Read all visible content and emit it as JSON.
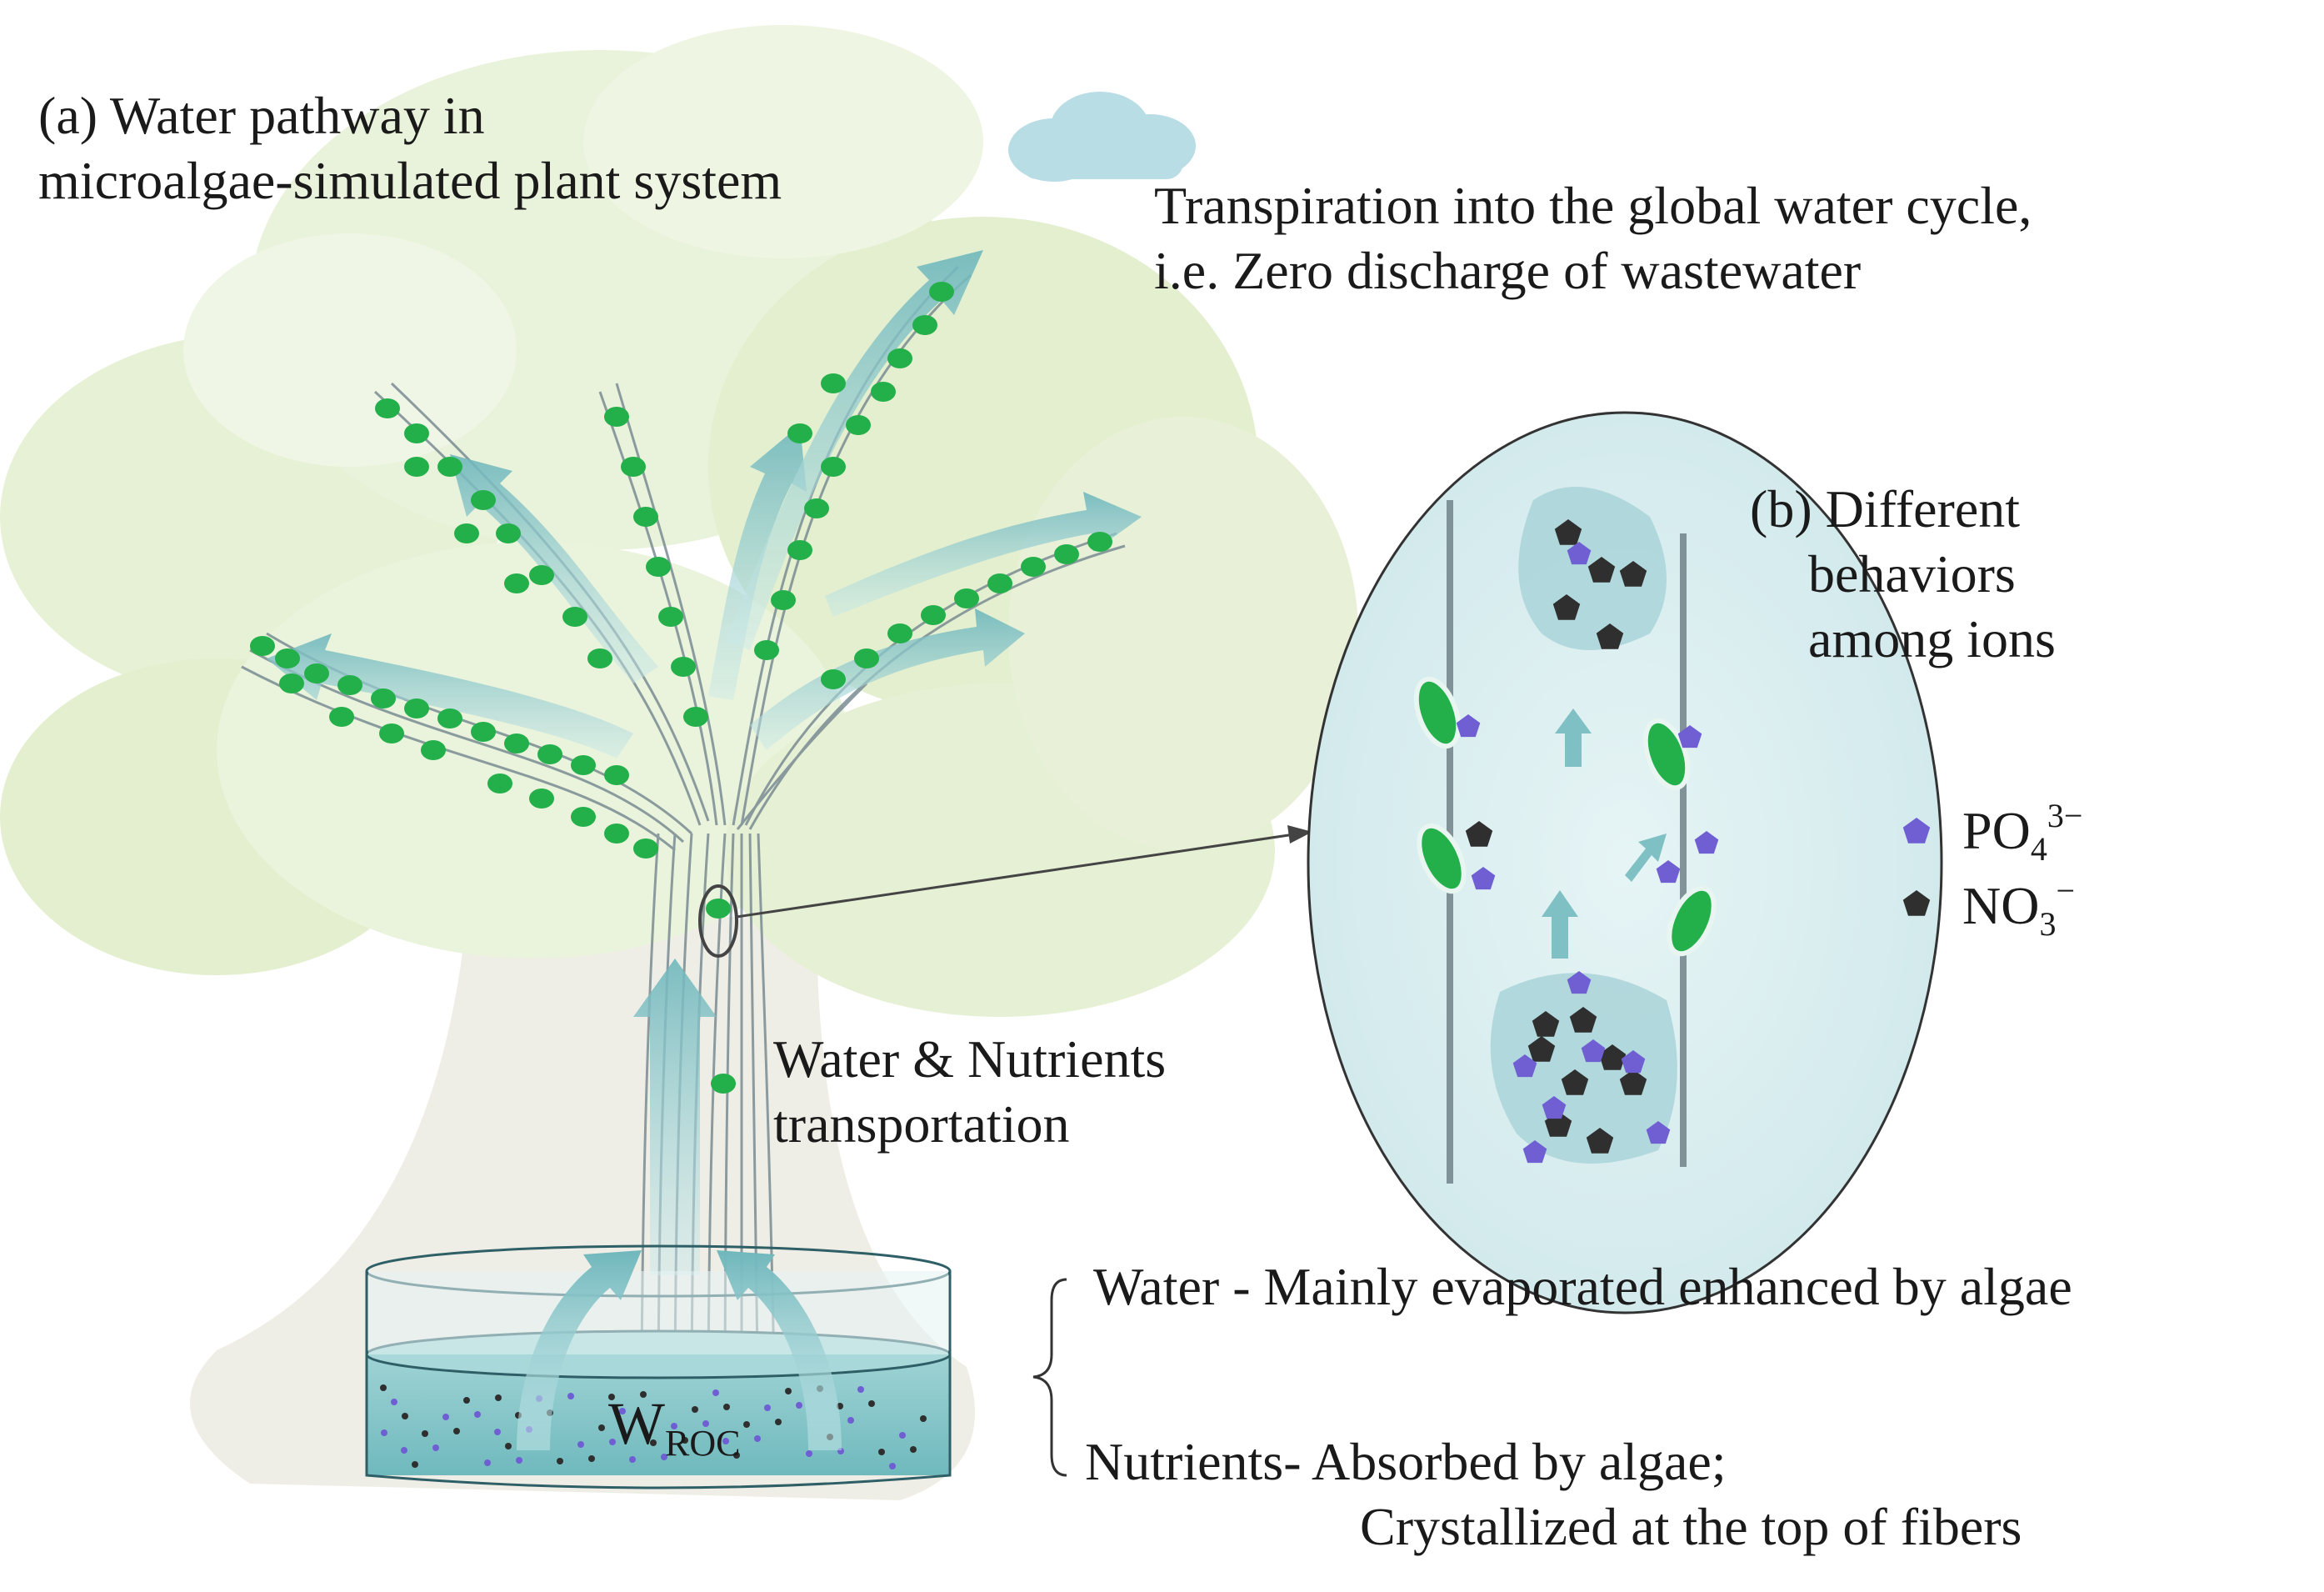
{
  "labels": {
    "panel_a_line1": "(a)  Water pathway in",
    "panel_a_line2": "microalgae-simulated  plant  system",
    "transpiration_line1": "Transpiration  into  the  global  water  cycle,",
    "transpiration_line2": "i.e. Zero  discharge  of  wastewater",
    "panel_b_line1": "(b) Different",
    "panel_b_line2": "behaviors",
    "panel_b_line3": "among ions",
    "transport_line1": "Water & Nutrients",
    "transport_line2": "transportation",
    "water_note": "Water  - Mainly  evaporated  enhanced  by  algae",
    "nutrients_note_line1": "Nutrients-  Absorbed  by  algae;",
    "nutrients_note_line2": "Crystallized  at  the  top  of  fibers"
  },
  "legend": {
    "phosphate": {
      "base": "PO",
      "sub": "4",
      "sup": "3−",
      "color": "#6f5fd3"
    },
    "nitrate": {
      "base": "NO",
      "sub": "3",
      "sup": "−",
      "color": "#2f2f2f"
    }
  },
  "container": {
    "base": "W",
    "sub": "ROC"
  },
  "colors": {
    "leaf": "#e3efcf",
    "leaf_light": "#eef5e2",
    "trunk": "#ecebe0",
    "water": "#7fc3c6",
    "arrow": "#7fc0c4",
    "algae": "#23b04a",
    "fiber": "#7a8c93",
    "zoom_bg": "#d9eef0"
  }
}
